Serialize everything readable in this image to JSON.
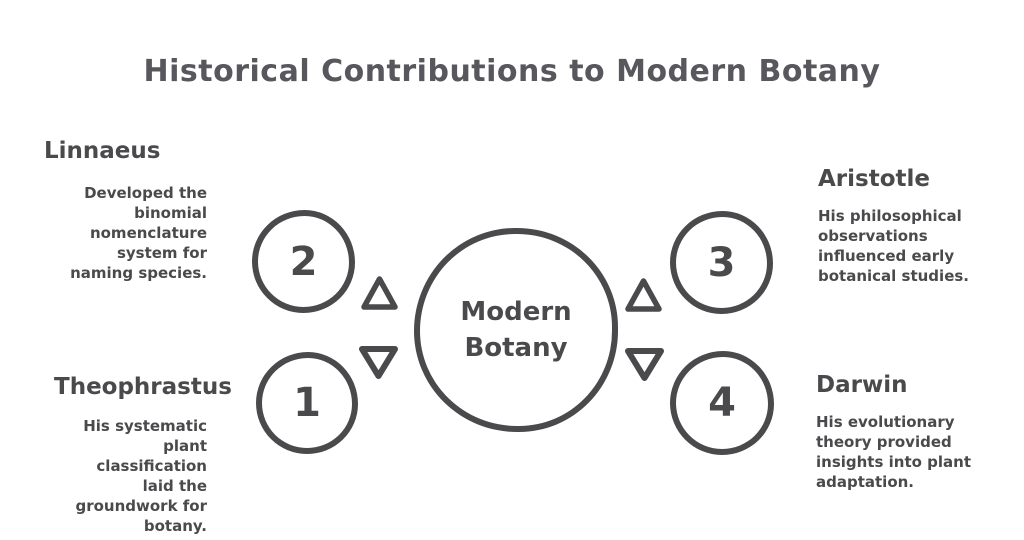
{
  "title": "Historical Contributions to Modern Botany",
  "center": {
    "label": "Modern Botany"
  },
  "contributors": {
    "theophrastus": {
      "number": "1",
      "name": "Theophrastus",
      "description": "His systematic plant classification laid the groundwork for botany."
    },
    "linnaeus": {
      "number": "2",
      "name": "Linnaeus",
      "description": "Developed the binomial nomenclature system for naming species."
    },
    "aristotle": {
      "number": "3",
      "name": "Aristotle",
      "description": "His philosophical observations influenced early botanical studies."
    },
    "darwin": {
      "number": "4",
      "name": "Darwin",
      "description": "His evolutionary theory provided insights into plant adaptation."
    }
  },
  "icons": {
    "up_arrow": "triangle-up-icon",
    "down_arrow": "triangle-down-icon"
  },
  "colors": {
    "ink": "#4a4a4d",
    "title_text": "#57575d",
    "background": "#ffffff",
    "circle_fill": "#ffffff"
  }
}
